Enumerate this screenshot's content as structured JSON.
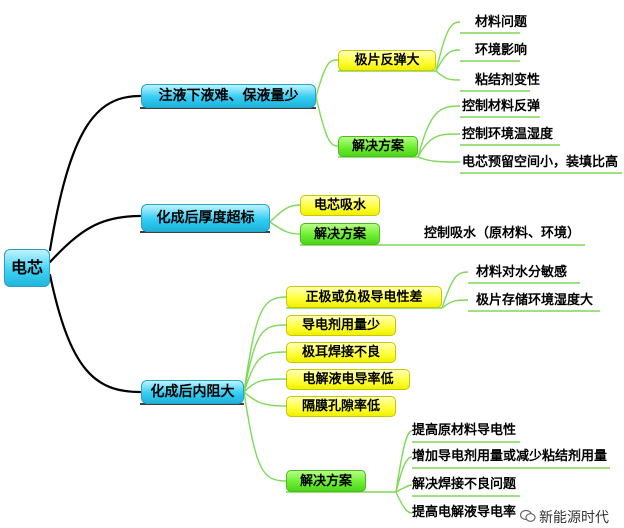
{
  "root": "电芯",
  "branches": {
    "b1": {
      "label": "注液下液难、保液量少",
      "sub1": {
        "label": "极片反弹大",
        "leaves": [
          "材料问题",
          "环境影响",
          "粘结剂变性"
        ]
      },
      "sub2": {
        "label": "解决方案",
        "leaves": [
          "控制材料反弹",
          "控制环境温湿度",
          "电芯预留空间小，装填比高"
        ]
      }
    },
    "b2": {
      "label": "化成后厚度超标",
      "sub1": {
        "label": "电芯吸水"
      },
      "sub2": {
        "label": "解决方案",
        "leaves": [
          "控制吸水（原材料、环境）"
        ]
      }
    },
    "b3": {
      "label": "化成后内阻大",
      "sub1": {
        "label": "正极或负极导电性差",
        "leaves": [
          "材料对水分敏感",
          "极片存储环境湿度大"
        ]
      },
      "items": [
        "导电剂用量少",
        "极耳焊接不良",
        "电解液电导率低",
        "隔膜孔隙率低"
      ],
      "sub2": {
        "label": "解决方案",
        "leaves": [
          "提高原材料导电性",
          "增加导电剂用量或减少粘结剂用量",
          "解决焊接不良问题",
          "提高电解液导电率"
        ]
      }
    }
  },
  "watermark": {
    "icon": "wechat-icon",
    "text": "新能源时代"
  },
  "colors": {
    "root": "#3fd2f5",
    "branch": "#35cdf3",
    "problem": "#ffff40",
    "solution": "#6cee30",
    "line": "#7ed957",
    "line_dark": "#000000"
  }
}
